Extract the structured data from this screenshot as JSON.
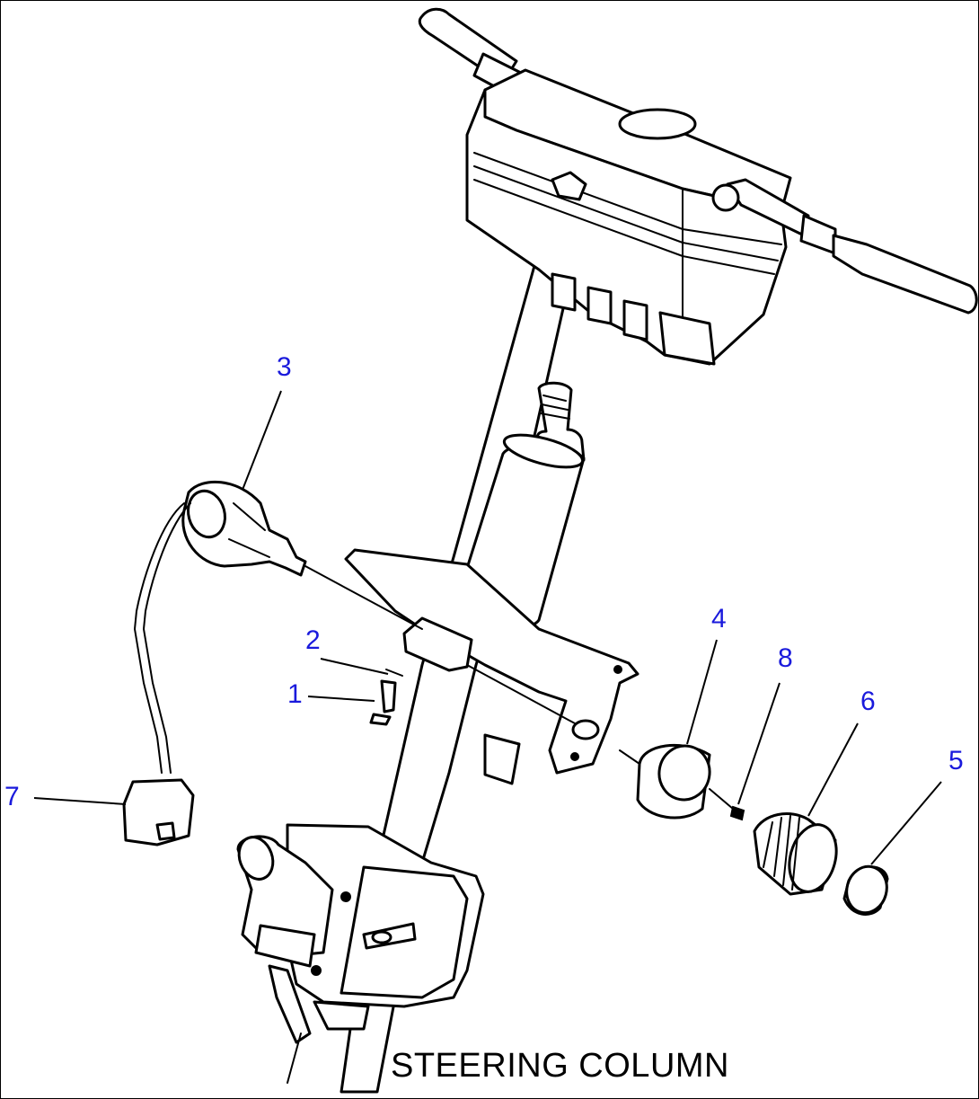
{
  "callouts": [
    {
      "id": "1",
      "label": "1"
    },
    {
      "id": "2",
      "label": "2"
    },
    {
      "id": "3",
      "label": "3"
    },
    {
      "id": "4",
      "label": "4"
    },
    {
      "id": "5",
      "label": "5"
    },
    {
      "id": "6",
      "label": "6"
    },
    {
      "id": "7",
      "label": "7"
    },
    {
      "id": "8",
      "label": "8"
    }
  ],
  "caption": "STEERING COLUMN",
  "colors": {
    "callout": "#1a1adc",
    "line": "#000000",
    "background": "#ffffff"
  }
}
